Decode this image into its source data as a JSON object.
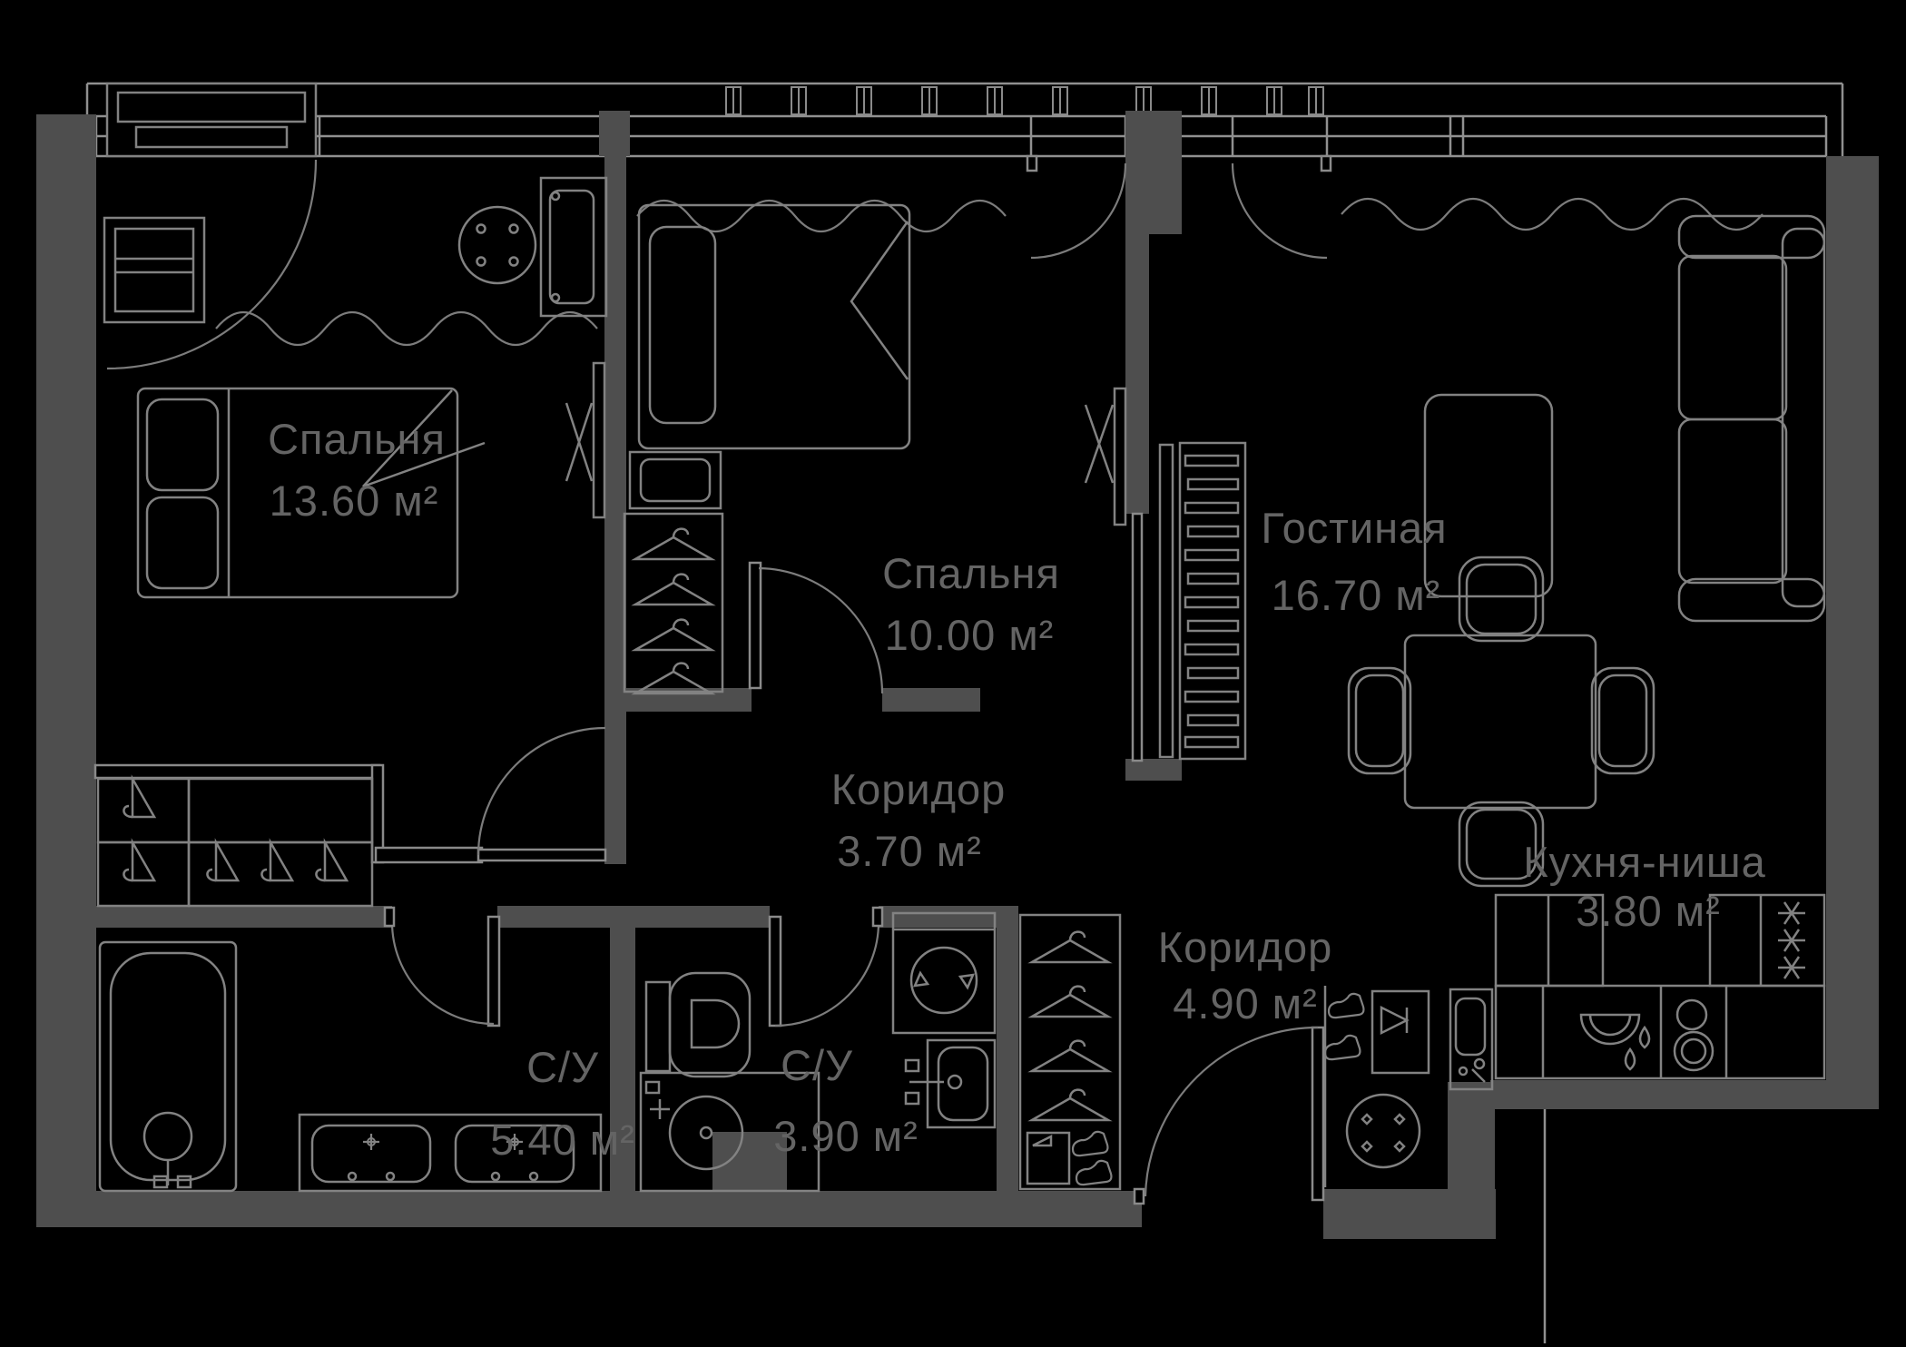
{
  "floorplan": {
    "title": "Apartment floor plan",
    "rooms": [
      {
        "id": "bedroom-1",
        "name": "Спальня",
        "area": "13.60 м²"
      },
      {
        "id": "bedroom-2",
        "name": "Спальня",
        "area": "10.00 м²"
      },
      {
        "id": "living-room",
        "name": "Гостиная",
        "area": "16.70 м²"
      },
      {
        "id": "corridor-1",
        "name": "Коридор",
        "area": "3.70 м²"
      },
      {
        "id": "corridor-2",
        "name": "Коридор",
        "area": "4.90 м²"
      },
      {
        "id": "kitchen-niche",
        "name": "Кухня-ниша",
        "area": "3.80 м²"
      },
      {
        "id": "bathroom-1",
        "name": "С/У",
        "area": "5.40 м²"
      },
      {
        "id": "bathroom-2",
        "name": "С/У",
        "area": "3.90 м²"
      }
    ],
    "colors": {
      "background": "#000000",
      "wall": "#4e4e4e",
      "furniture_line": "#828282",
      "window_line": "#909090",
      "label_text": "#646464"
    }
  }
}
